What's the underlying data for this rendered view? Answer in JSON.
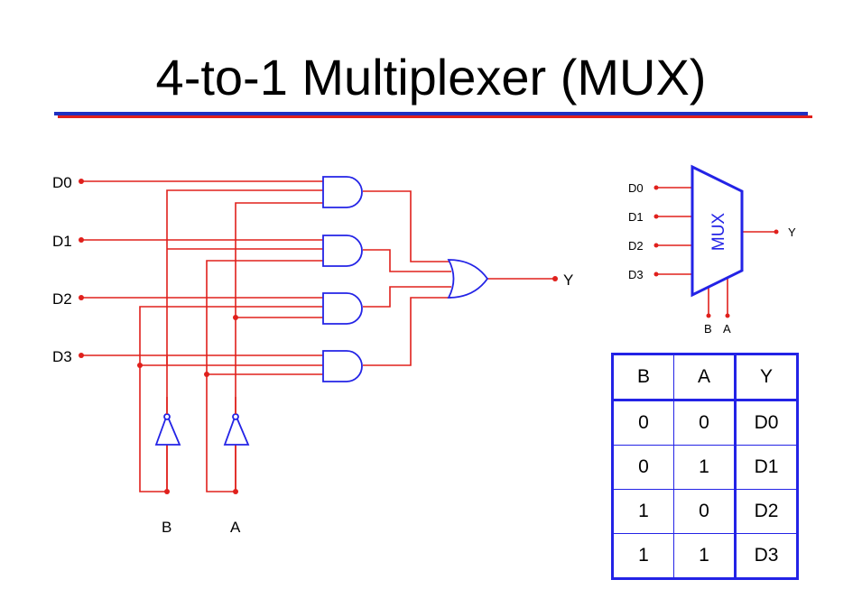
{
  "title": "4-to-1 Multiplexer (MUX)",
  "colors": {
    "wire": "#e0201c",
    "gate": "#2323e6",
    "title_rule_blue": "#1f2fc0",
    "title_rule_red": "#e0201c"
  },
  "circuit": {
    "data_inputs": [
      "D0",
      "D1",
      "D2",
      "D3"
    ],
    "select_inputs": [
      "B",
      "A"
    ],
    "output": "Y"
  },
  "mux_block": {
    "label": "MUX",
    "inputs": [
      "D0",
      "D1",
      "D2",
      "D3"
    ],
    "selects": [
      "B",
      "A"
    ],
    "output": "Y"
  },
  "truth_table": {
    "headers": [
      "B",
      "A",
      "Y"
    ],
    "rows": [
      [
        "0",
        "0",
        "D0"
      ],
      [
        "0",
        "1",
        "D1"
      ],
      [
        "1",
        "0",
        "D2"
      ],
      [
        "1",
        "1",
        "D3"
      ]
    ]
  }
}
